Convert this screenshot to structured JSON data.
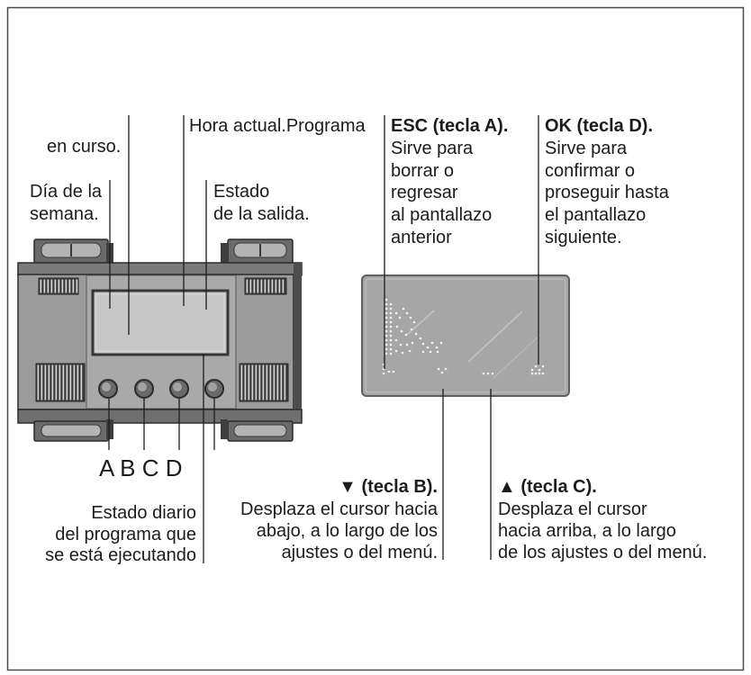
{
  "callouts": {
    "current_program": {
      "line1": "Hora actual.Programa",
      "line2": "en curso."
    },
    "weekday": [
      "Día de la",
      "semana."
    ],
    "output_state": [
      "Estado",
      "de la salida."
    ],
    "esc_key": {
      "title": "ESC (tecla A).",
      "lines": [
        "Sirve para",
        "borrar o",
        "regresar",
        "al pantallazo",
        "anterior"
      ]
    },
    "ok_key": {
      "title": "OK (tecla D).",
      "lines": [
        "Sirve para",
        "confirmar o",
        "proseguir hasta",
        "el pantallazo",
        "siguiente."
      ]
    },
    "key_letters": "A B C D",
    "down_key": {
      "title": "▼ (tecla B).",
      "lines": [
        "Desplaza el cursor hacia",
        "abajo, a lo largo de los",
        "ajustes o del menú."
      ]
    },
    "up_key": {
      "title": "▲ (tecla C).",
      "lines": [
        "Desplaza el cursor",
        "hacia arriba, a lo largo",
        "de los ajustes o del menú."
      ]
    },
    "daily_state": [
      "Estado diario",
      "del programa que",
      "se está ejecutando"
    ]
  },
  "colors": {
    "ink": "#1c1c1c",
    "frame": "#4a4a4a",
    "body": "#9b9b9b",
    "dark": "#5d5d5d",
    "display": "#c7c7c7",
    "panel": "#a6a6a6"
  }
}
